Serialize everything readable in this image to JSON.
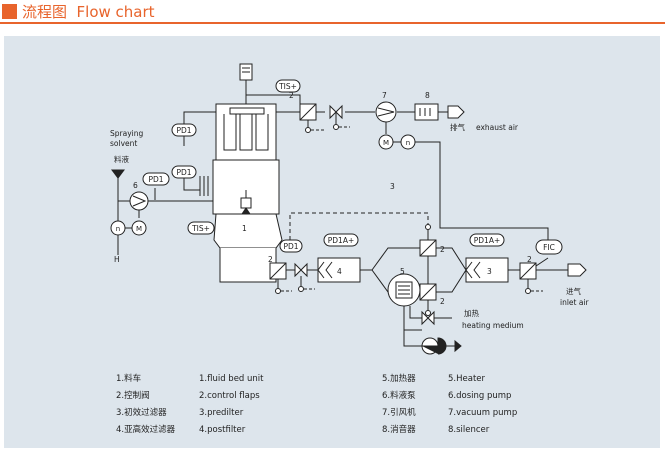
{
  "header": {
    "title": "流程图  Flow chart",
    "accent_color": "#e8642c"
  },
  "diagram": {
    "background_color": "#dde5ec",
    "labels": {
      "spraying": "Spraying",
      "solvent": "solvent",
      "liaoye": "料液",
      "exhaust_cn": "排气",
      "exhaust_en": "exhaust air",
      "inlet_cn": "进气",
      "inlet_en": "inlet air",
      "heating_cn": "加热",
      "heating_en": "heating medium",
      "h": "H",
      "region3": "3",
      "bed_num": "1"
    },
    "instruments": {
      "pdi": "PD1",
      "tis": "TIS+",
      "pdia": "PD1A+",
      "fic": "FIC",
      "n": "n",
      "m": "M"
    },
    "numbers": {
      "n1": "1",
      "n2": "2",
      "n3": "3",
      "n4": "4",
      "n5": "5",
      "n6": "6",
      "n7": "7",
      "n8": "8"
    }
  },
  "legend": {
    "col1": [
      "1.料车",
      "2.控制阀",
      "3.初效过滤器",
      "4.亚高效过滤器"
    ],
    "col2": [
      "1.fluid bed unit",
      "2.control flaps",
      "3.predilter",
      "4.postfilter"
    ],
    "col3": [
      "5.加热器",
      "6.料液泵",
      "7.引风机",
      "8.消音器"
    ],
    "col4": [
      "5.Heater",
      "6.dosing pump",
      "7.vacuum pump",
      "8.silencer"
    ]
  }
}
